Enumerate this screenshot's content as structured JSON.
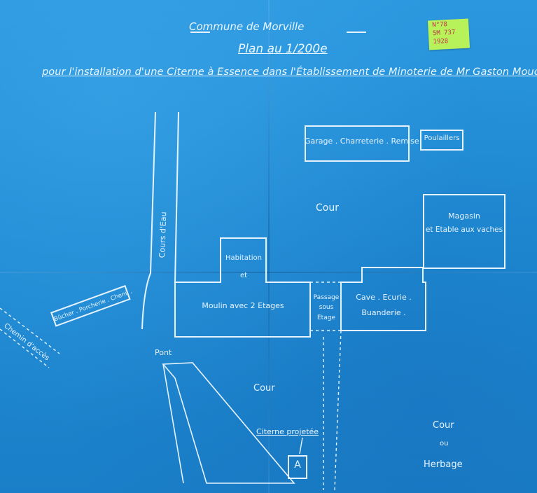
{
  "header": {
    "commune": "Commune de Morville",
    "scale": "Plan au 1/200e",
    "subject": "pour l'installation d'une Citerne à Essence dans l'Établissement de Minoterie de Mr Gaston Mouchard"
  },
  "stamp": {
    "line1": "N°78",
    "line2": "5M 737",
    "line3": "1928"
  },
  "buildings": {
    "garage": "Garage . Charreterie . Remise",
    "poulaillers": "Poulaillers",
    "magasin": "Magasin",
    "etable": "et Etable aux vaches",
    "habitation": "Habitation",
    "habitation_et": "et",
    "moulin": "Moulin avec 2 Etages",
    "passage_1": "Passage",
    "passage_2": "sous",
    "passage_3": "Etage",
    "cave": "Cave . Ecurie .",
    "buanderie": "Buanderie .",
    "bucher": "Bûcher . Porcherie . Chenil ."
  },
  "labels": {
    "cour_top": "Cour",
    "cour_mid": "Cour",
    "cour_right": "Cour",
    "ou": "ou",
    "herbage": "Herbage",
    "cours_eau": "Cours d'Eau",
    "chemin": "Chemin d'accès",
    "pont": "Pont",
    "citerne": "Citerne projetée",
    "citerne_mark": "A"
  }
}
